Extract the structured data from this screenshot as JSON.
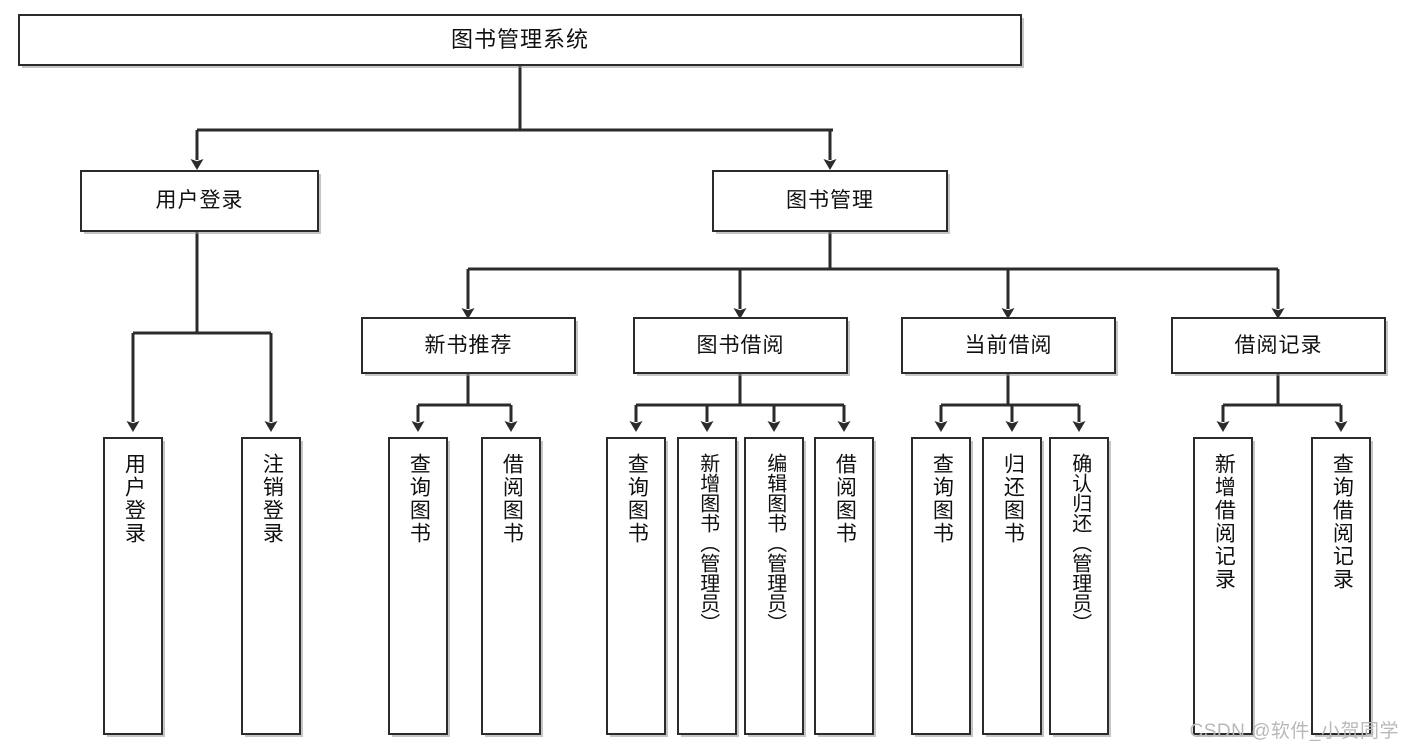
{
  "diagram": {
    "type": "tree",
    "title": "图书管理系统",
    "root": {
      "id": "root",
      "label": "图书管理系统"
    },
    "level2": [
      {
        "id": "user-login",
        "label": "用户登录"
      },
      {
        "id": "book-management",
        "label": "图书管理"
      }
    ],
    "level3": [
      {
        "id": "new-book-recommend",
        "label": "新书推荐"
      },
      {
        "id": "book-borrow",
        "label": "图书借阅"
      },
      {
        "id": "current-borrow",
        "label": "当前借阅"
      },
      {
        "id": "borrow-record",
        "label": "借阅记录"
      }
    ],
    "leaves": [
      {
        "id": "leaf-user-login",
        "label": "用户登录",
        "parent": "user-login"
      },
      {
        "id": "leaf-logout",
        "label": "注销登录",
        "parent": "user-login"
      },
      {
        "id": "leaf-query-book-1",
        "label": "查询图书",
        "parent": "new-book-recommend"
      },
      {
        "id": "leaf-borrow-book-1",
        "label": "借阅图书",
        "parent": "new-book-recommend"
      },
      {
        "id": "leaf-query-book-2",
        "label": "查询图书",
        "parent": "book-borrow"
      },
      {
        "id": "leaf-add-book",
        "label": "新增图书（管理员）",
        "parent": "book-borrow"
      },
      {
        "id": "leaf-edit-book",
        "label": "编辑图书（管理员）",
        "parent": "book-borrow"
      },
      {
        "id": "leaf-borrow-book-2",
        "label": "借阅图书",
        "parent": "book-borrow"
      },
      {
        "id": "leaf-query-book-3",
        "label": "查询图书",
        "parent": "current-borrow"
      },
      {
        "id": "leaf-return-book",
        "label": "归还图书",
        "parent": "current-borrow"
      },
      {
        "id": "leaf-confirm-return",
        "label": "确认归还（管理员）",
        "parent": "current-borrow"
      },
      {
        "id": "leaf-add-record",
        "label": "新增借阅记录",
        "parent": "borrow-record"
      },
      {
        "id": "leaf-query-record",
        "label": "查询借阅记录",
        "parent": "borrow-record"
      }
    ]
  },
  "watermark": {
    "text": "CSDN @软件_小贺同学"
  },
  "colors": {
    "border": "#2b2b2b",
    "box_fill": "#ffffff",
    "text": "#101010",
    "watermark": "#b9b9b9",
    "background": "#ffffff"
  }
}
